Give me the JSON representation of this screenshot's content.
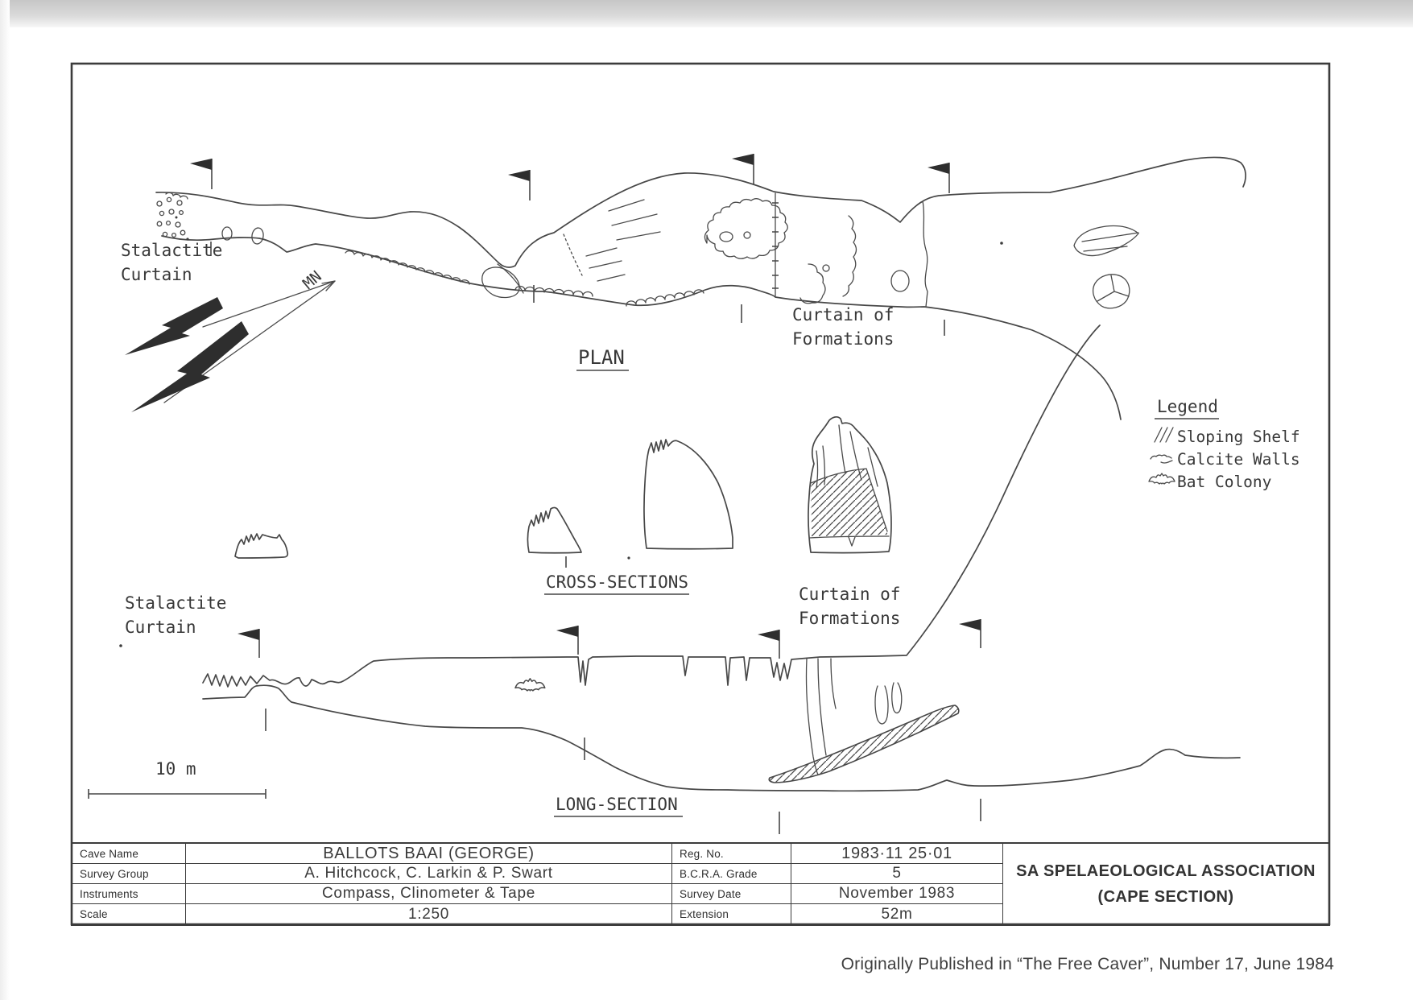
{
  "scan": {
    "footer_credit": "Originally Published in “The Free Caver”, Number 17, June 1984"
  },
  "drawing": {
    "titles": {
      "plan": "PLAN",
      "cross_sections": "CROSS-SECTIONS",
      "long_section": "LONG-SECTION"
    },
    "labels": {
      "stalactite_curtain_plan": [
        "Stalactite",
        "Curtain"
      ],
      "curtain_of_formations_plan": [
        "Curtain of",
        "Formations"
      ],
      "stalactite_curtain_section": [
        "Stalactite",
        "Curtain"
      ],
      "curtain_of_formations_section": [
        "Curtain of",
        "Formations"
      ],
      "magnetic_north": "MN",
      "scale_bar": "10 m"
    },
    "legend": {
      "title": "Legend",
      "items": [
        {
          "symbol": "sloping-shelf-hatch",
          "label": "Sloping Shelf"
        },
        {
          "symbol": "calcite-walls-squiggle",
          "label": "Calcite Walls"
        },
        {
          "symbol": "bat-silhouette",
          "label": "Bat Colony"
        }
      ]
    },
    "ink_color": "#474747"
  },
  "title_block": {
    "left_rows": [
      {
        "label": "Cave Name",
        "value": "BALLOTS BAAI (GEORGE)"
      },
      {
        "label": "Survey Group",
        "value": "A. Hitchcock, C. Larkin & P. Swart"
      },
      {
        "label": "Instruments",
        "value": "Compass, Clinometer & Tape"
      },
      {
        "label": "Scale",
        "value": "1:250"
      }
    ],
    "right_rows": [
      {
        "label": "Reg. No.",
        "value": "1983·11 25·01"
      },
      {
        "label": "B.C.R.A. Grade",
        "value": "5"
      },
      {
        "label": "Survey Date",
        "value": "November 1983"
      },
      {
        "label": "Extension",
        "value": "52m"
      }
    ],
    "association": [
      "SA SPELAEOLOGICAL ASSOCIATION",
      "(CAPE SECTION)"
    ]
  }
}
